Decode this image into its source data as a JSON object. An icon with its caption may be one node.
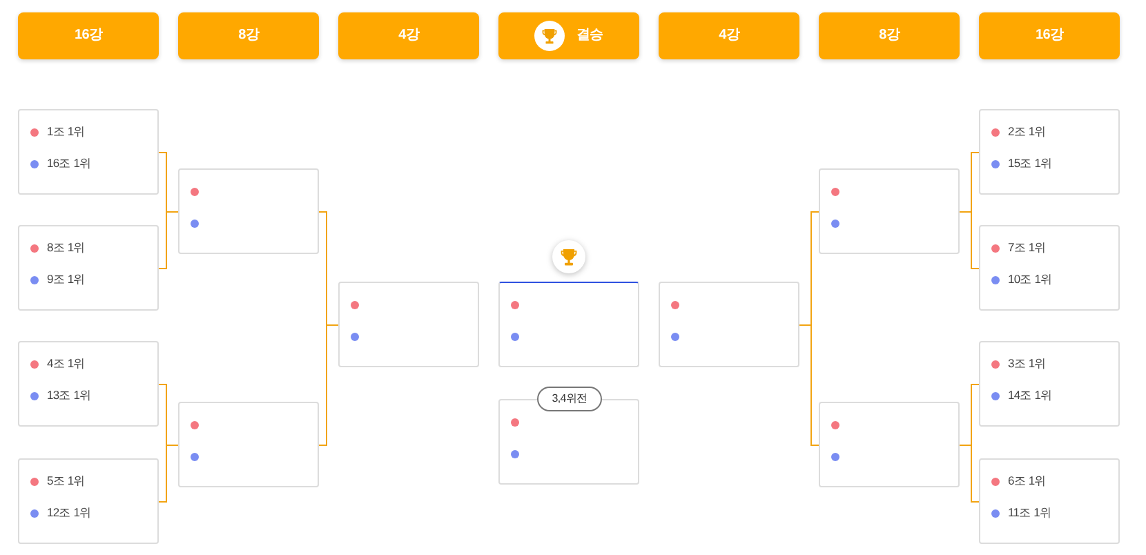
{
  "diagram": {
    "nodes": [
      {
        "text": [
          "16강"
        ]
      },
      {
        "text": [
          "8강"
        ]
      },
      {
        "text": [
          "4강"
        ]
      },
      {
        "text": [
          "결승"
        ]
      },
      {
        "text": [
          "4강"
        ]
      },
      {
        "text": [
          "8강"
        ]
      },
      {
        "text": [
          "16강"
        ]
      },
      {
        "text": [
          "1조 1위",
          "16조 1위"
        ]
      },
      {
        "text": [
          "8조 1위",
          "9조 1위"
        ]
      },
      {
        "text": [
          "4조 1위",
          "13조 1위"
        ]
      },
      {
        "text": [
          "5조 1위",
          "12조 1위"
        ]
      },
      {
        "text": [],
        "shape": "box"
      },
      {
        "text": [],
        "shape": "box"
      },
      {
        "text": [],
        "shape": "box"
      },
      {
        "text": [],
        "shape": "box"
      },
      {
        "text": [
          "3,4위전"
        ]
      },
      {
        "text": [],
        "shape": "box"
      },
      {
        "text": [],
        "shape": "box"
      },
      {
        "text": [],
        "shape": "box"
      },
      {
        "text": [
          "2조 1위",
          "15조 1위"
        ]
      },
      {
        "text": [
          "7조 1위",
          "10조 1위"
        ]
      },
      {
        "text": [
          "3조 1위",
          "14조 1위"
        ]
      },
      {
        "text": [
          "6조 1위",
          "11조 1위"
        ]
      }
    ],
    "edges": [
      {
        "from": 7,
        "to": 11,
        "arrow": "none"
      },
      {
        "from": 8,
        "to": 11,
        "arrow": "none"
      },
      {
        "from": 9,
        "to": 12,
        "arrow": "none"
      },
      {
        "from": 10,
        "to": 12,
        "arrow": "none"
      },
      {
        "from": 11,
        "to": 13,
        "arrow": "none"
      },
      {
        "from": 12,
        "to": 13,
        "arrow": "none"
      },
      {
        "from": 19,
        "to": 17,
        "arrow": "none"
      },
      {
        "from": 20,
        "to": 17,
        "arrow": "none"
      },
      {
        "from": 21,
        "to": 18,
        "arrow": "none"
      },
      {
        "from": 22,
        "to": 18,
        "arrow": "none"
      },
      {
        "from": 17,
        "to": 16,
        "arrow": "none"
      },
      {
        "from": 18,
        "to": 16,
        "arrow": "none"
      }
    ]
  }
}
